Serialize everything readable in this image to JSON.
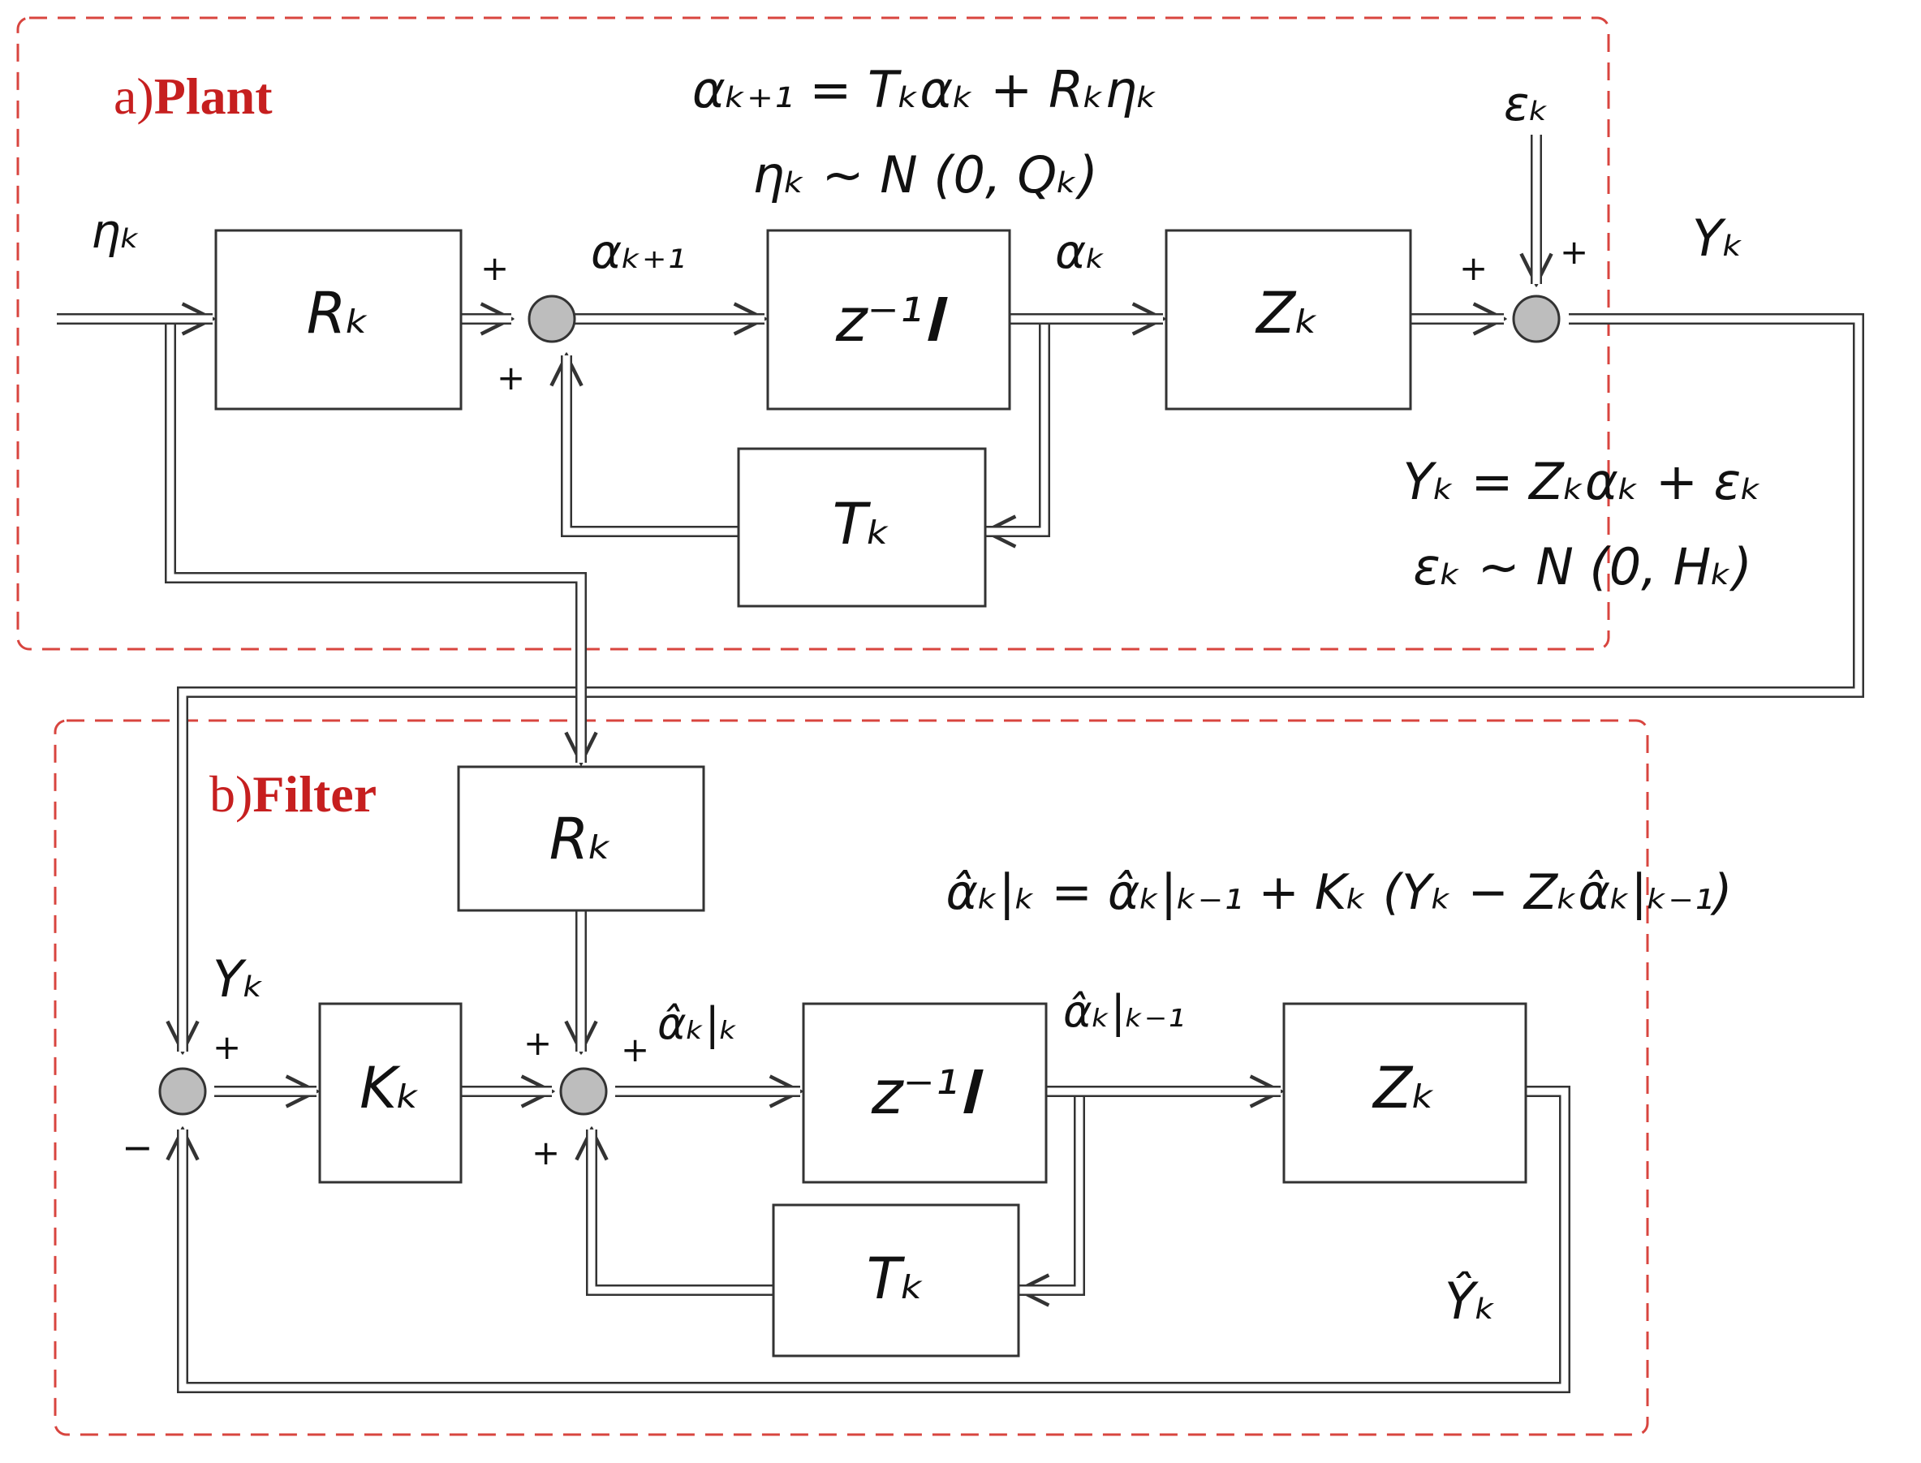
{
  "plant": {
    "label_prefix": "a)",
    "label": "Plant",
    "eq_state": "αₖ₊₁ = Tₖαₖ + Rₖηₖ",
    "eq_state_noise": "ηₖ ~ N (0, Qₖ)",
    "eq_obs": "Yₖ = Zₖαₖ + εₖ",
    "eq_obs_noise": "εₖ ~ N (0, Hₖ)",
    "block_R": "Rₖ",
    "block_delay": "z⁻¹𝐈",
    "block_Z": "Zₖ",
    "block_T": "Tₖ",
    "sig_eta": "ηₖ",
    "sig_alpha_next": "αₖ₊₁",
    "sig_alpha": "αₖ",
    "sig_eps": "εₖ",
    "sig_Y": "Yₖ"
  },
  "filter": {
    "label_prefix": "b)",
    "label": "Filter",
    "eq_update": "α̂ₖ|ₖ = α̂ₖ|ₖ₋₁ + Kₖ (Yₖ − Zₖα̂ₖ|ₖ₋₁)",
    "block_R": "Rₖ",
    "block_K": "Kₖ",
    "block_delay": "z⁻¹𝐈",
    "block_Z": "Zₖ",
    "block_T": "Tₖ",
    "sig_Y": "Yₖ",
    "sig_alpha_hat": "α̂ₖ|ₖ",
    "sig_alpha_hat_pred": "α̂ₖ|ₖ₋₁",
    "sig_Y_hat": "Ŷₖ"
  },
  "signs": {
    "plus": "+",
    "minus": "−"
  }
}
